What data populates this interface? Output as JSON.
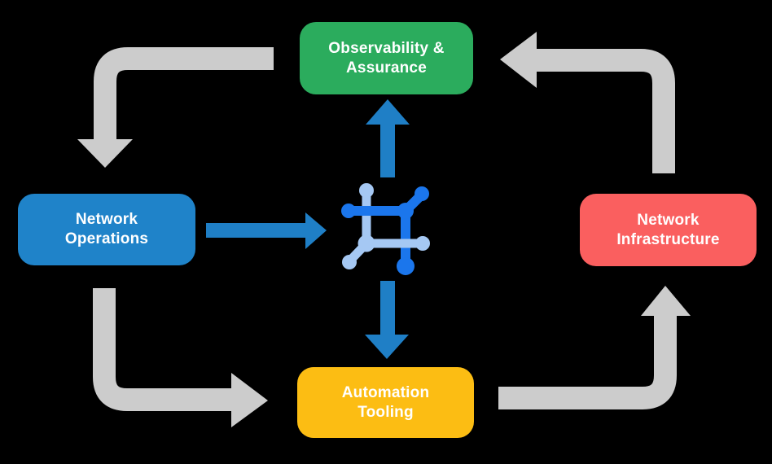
{
  "colors": {
    "background": "#000000",
    "node-green": "#2BAC5D",
    "node-blue": "#1F83C9",
    "node-red": "#FA5F5F",
    "node-yellow": "#FCBD13",
    "arrow-gray": "#CCCCCC",
    "arrow-blue": "#1F7FC6",
    "icon-dark-blue": "#1B76EC",
    "icon-light-blue": "#A5C8F3",
    "text": "#FFFFFF"
  },
  "nodes": {
    "observability_assurance": {
      "label": "Observability &\nAssurance",
      "color": "#2BAC5D"
    },
    "network_operations": {
      "label": "Network\nOperations",
      "color": "#1F83C9"
    },
    "network_infrastructure": {
      "label": "Network\nInfrastructure",
      "color": "#FA5F5F"
    },
    "automation_tooling": {
      "label": "Automation\nTooling",
      "color": "#FCBD13"
    }
  },
  "center_icon": {
    "name": "network-automation-icon"
  },
  "edges": [
    {
      "from": "Observability & Assurance",
      "to": "Network Operations",
      "style": "gray-elbow"
    },
    {
      "from": "Network Operations",
      "to": "Automation Tooling",
      "style": "gray-elbow"
    },
    {
      "from": "Automation Tooling",
      "to": "Network Infrastructure",
      "style": "gray-elbow"
    },
    {
      "from": "Network Infrastructure",
      "to": "Observability & Assurance",
      "style": "gray-elbow"
    },
    {
      "from": "Network Operations",
      "to": "center-icon",
      "style": "blue-straight"
    },
    {
      "from": "center-icon",
      "to": "Observability & Assurance",
      "style": "blue-straight"
    },
    {
      "from": "center-icon",
      "to": "Automation Tooling",
      "style": "blue-straight"
    }
  ]
}
